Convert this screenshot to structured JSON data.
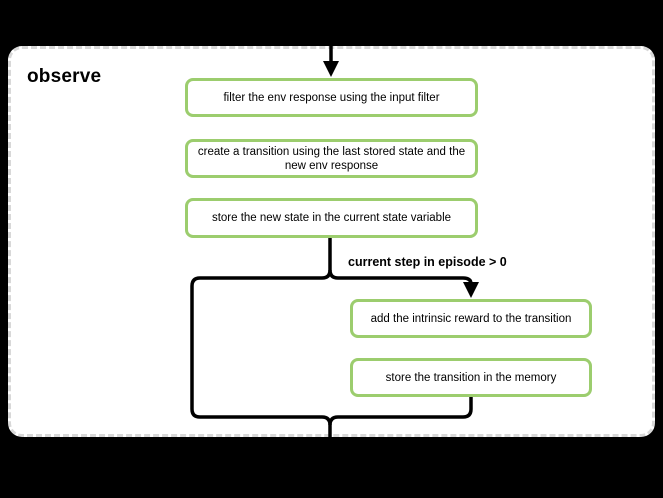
{
  "frame": {
    "title": "observe"
  },
  "flow": {
    "steps": [
      {
        "label": "filter the env response using the input filter"
      },
      {
        "label": "create a transition using the last stored state and the new env response"
      },
      {
        "label": "store the new state in the current state variable"
      }
    ],
    "condition_label": "current step in episode > 0",
    "conditional_steps": [
      {
        "label": "add the intrinsic reward to the transition"
      },
      {
        "label": "store the transition in the memory"
      }
    ]
  },
  "colors": {
    "page_background": "#000000",
    "frame_fill": "#ffffff",
    "frame_dash": "#d8d8d8",
    "step_border": "#9ccd6e",
    "connector": "#000000",
    "text": "#000000"
  }
}
